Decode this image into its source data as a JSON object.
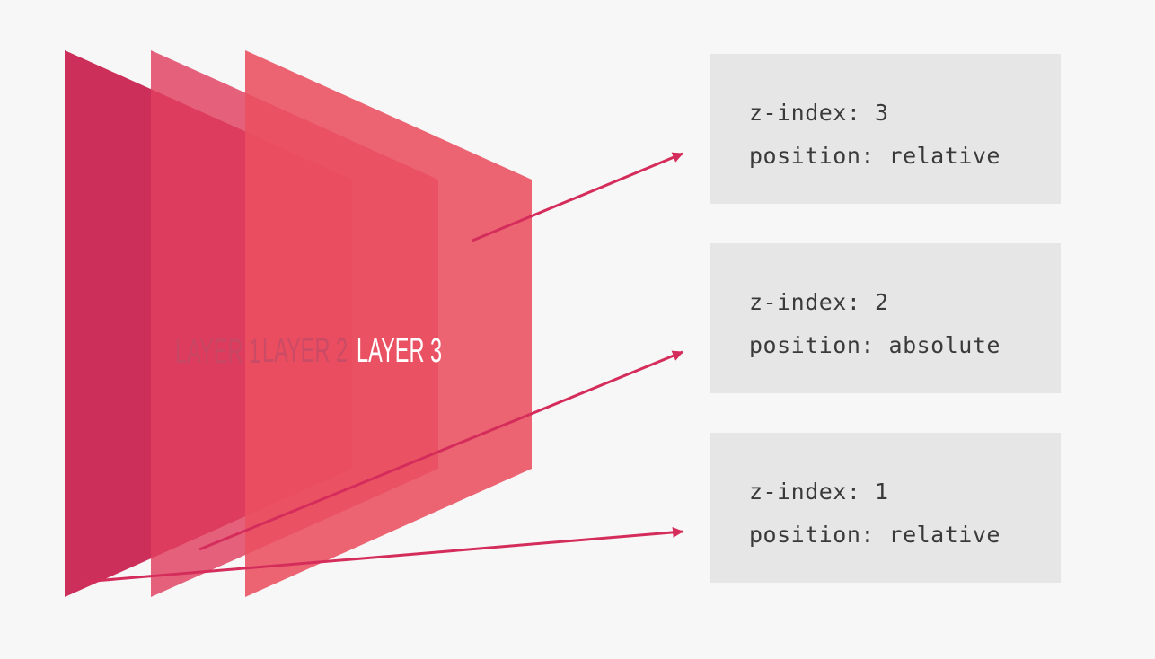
{
  "colors": {
    "background": "#f7f7f7",
    "box_background": "#e6e6e6",
    "layer_1": "#cc2f5a",
    "layer_2": "#e03f5f",
    "layer_3": "#eb5060",
    "arrow": "#d52d5b",
    "label_active": "#ffffff"
  },
  "layers": [
    {
      "label": "LAYER 1"
    },
    {
      "label": "LAYER 2"
    },
    {
      "label": "LAYER 3"
    }
  ],
  "boxes": [
    {
      "z_index": "z-index: 3",
      "position": "position: relative"
    },
    {
      "z_index": "z-index: 2",
      "position": "position: absolute"
    },
    {
      "z_index": "z-index: 1",
      "position": "position: relative"
    }
  ]
}
